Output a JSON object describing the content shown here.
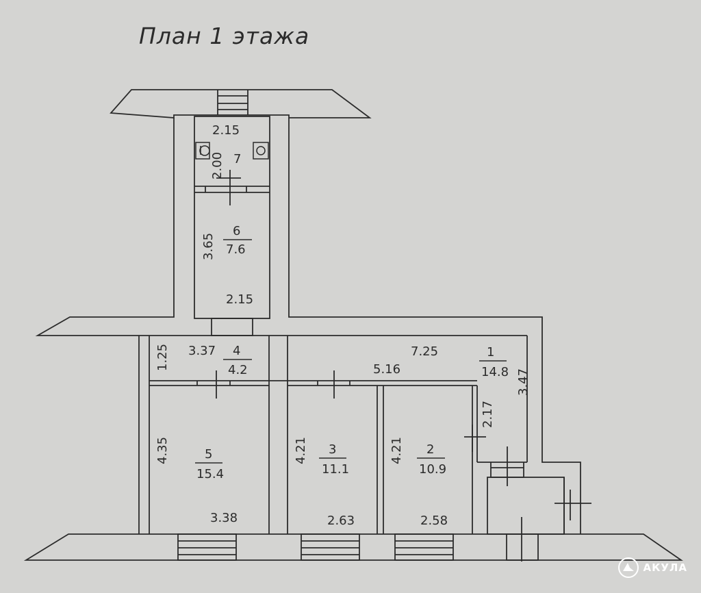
{
  "title": "План 1 этажа",
  "rooms": [
    {
      "number": "1",
      "area": "14.8"
    },
    {
      "number": "2",
      "area": "10.9"
    },
    {
      "number": "3",
      "area": "11.1"
    },
    {
      "number": "4",
      "area": "4.2"
    },
    {
      "number": "5",
      "area": "15.4"
    },
    {
      "number": "6",
      "area": "7.6"
    },
    {
      "number": "7"
    }
  ],
  "dimensions": {
    "room7_width": "2.15",
    "room7_depth": "2.00",
    "room6_length": "3.65",
    "room6_width": "2.15",
    "room4_length": "3.37",
    "room4_depth": "1.25",
    "room1_length": "7.25",
    "room1_inner": "5.16",
    "room1_depth": "3.47",
    "room1_side": "2.17",
    "room5_depth": "4.35",
    "room5_width": "3.38",
    "room3_depth": "4.21",
    "room3_width": "2.63",
    "room2_depth": "4.21",
    "room2_width": "2.58"
  },
  "watermark": {
    "brand": "АКУЛА"
  },
  "colors": {
    "paper": "#d4d4d2",
    "ink": "#2b2b2b",
    "watermark": "#ffffff"
  },
  "icons": {
    "toilet": "toilet-icon",
    "sink": "sink-icon",
    "logo": "shark-logo-icon"
  }
}
